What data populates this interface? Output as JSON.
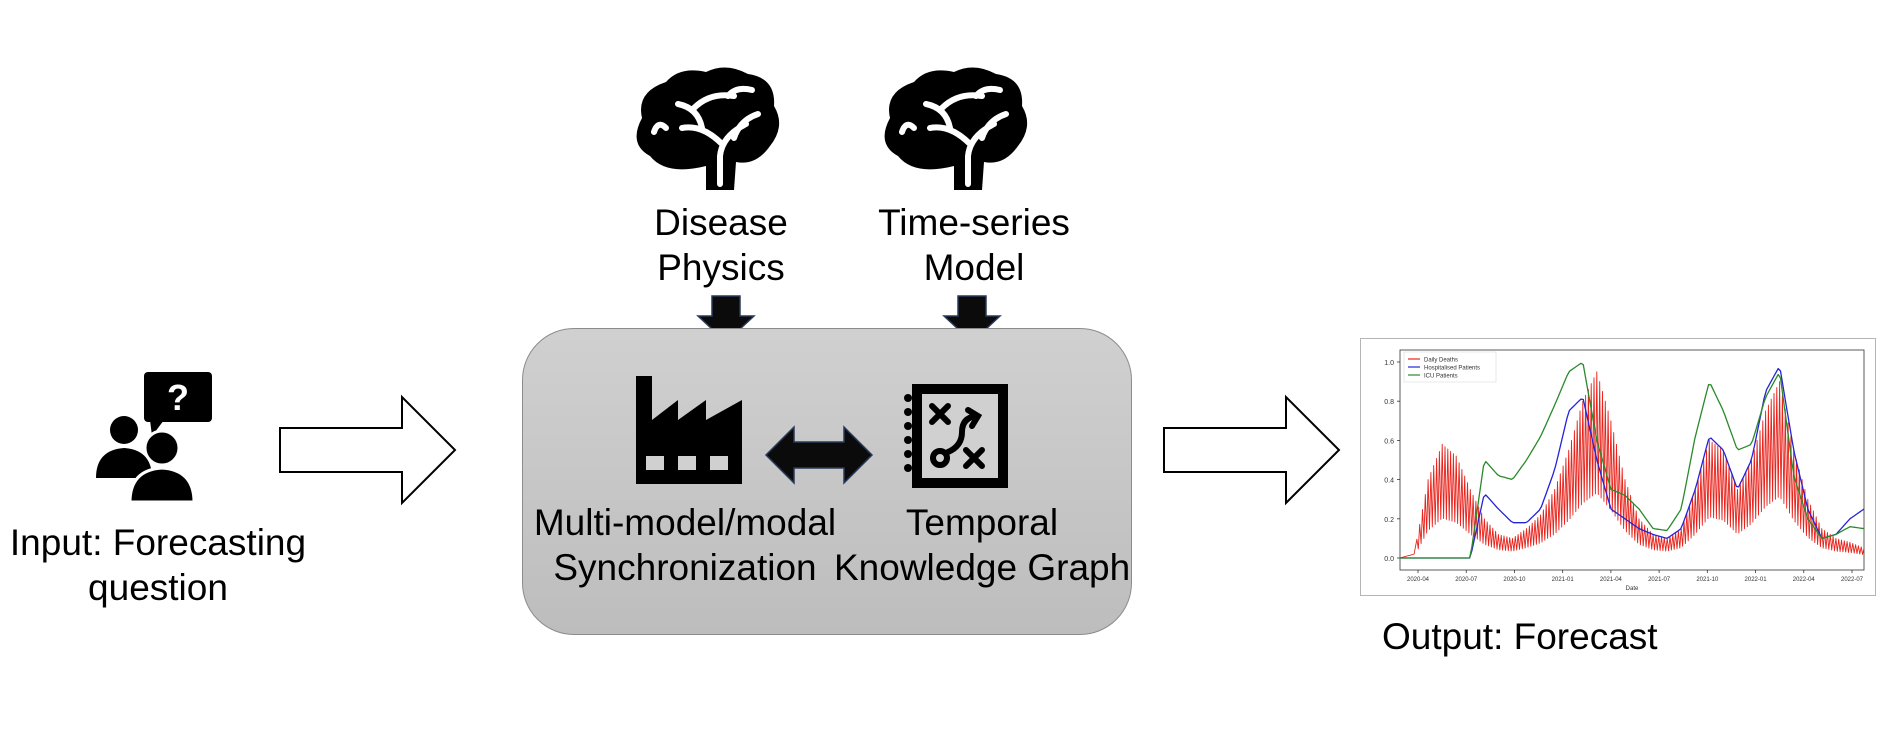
{
  "input": {
    "label_line1": "Input: Forecasting",
    "label_line2": "question",
    "icon": "users-question-icon"
  },
  "knowledge": {
    "disease_line1": "Disease",
    "disease_line2": "Physics",
    "timeseries_line1": "Time-series",
    "timeseries_line2": "Model",
    "icon": "brain-icon"
  },
  "core": {
    "sync_line1": "Multi-model/modal",
    "sync_line2": "Synchronization",
    "tkg_line1": "Temporal",
    "tkg_line2": "Knowledge Graph",
    "sync_icon": "factory-icon",
    "tkg_icon": "strategy-notebook-icon"
  },
  "output": {
    "label": "Output: Forecast"
  },
  "colors": {
    "daily_deaths": "#e8231c",
    "hospitalised": "#2424d6",
    "icu": "#2a8a2a",
    "box_fill": "#c8c8c8",
    "arrow_dark": "#0b0b0b"
  },
  "chart_data": {
    "type": "line",
    "xlabel": "Date",
    "ylabel": "",
    "xticks": [
      "2020-04",
      "2020-07",
      "2020-10",
      "2021-01",
      "2021-04",
      "2021-07",
      "2021-10",
      "2022-01",
      "2022-04",
      "2022-07"
    ],
    "yticks": [
      "0.0",
      "0.2",
      "0.4",
      "0.6",
      "0.8",
      "1.0"
    ],
    "ylim": [
      0,
      1.0
    ],
    "legend_position": "top-left",
    "grid": false,
    "series": [
      {
        "name": "Daily Deaths",
        "color": "#e8231c",
        "style": "oscillating",
        "points": [
          [
            0,
            0
          ],
          [
            1,
            0.02
          ],
          [
            2,
            0.4
          ],
          [
            3,
            0.58
          ],
          [
            4,
            0.52
          ],
          [
            5,
            0.35
          ],
          [
            6,
            0.2
          ],
          [
            7,
            0.12
          ],
          [
            8,
            0.1
          ],
          [
            9,
            0.15
          ],
          [
            10,
            0.22
          ],
          [
            11,
            0.35
          ],
          [
            12,
            0.55
          ],
          [
            13,
            0.8
          ],
          [
            14,
            0.95
          ],
          [
            15,
            0.7
          ],
          [
            16,
            0.4
          ],
          [
            17,
            0.2
          ],
          [
            18,
            0.12
          ],
          [
            19,
            0.1
          ],
          [
            20,
            0.15
          ],
          [
            21,
            0.35
          ],
          [
            22,
            0.6
          ],
          [
            23,
            0.55
          ],
          [
            24,
            0.35
          ],
          [
            25,
            0.5
          ],
          [
            26,
            0.75
          ],
          [
            27,
            0.9
          ],
          [
            28,
            0.55
          ],
          [
            29,
            0.3
          ],
          [
            30,
            0.15
          ],
          [
            31,
            0.1
          ],
          [
            32,
            0.08
          ],
          [
            33,
            0.05
          ]
        ]
      },
      {
        "name": "Hospitalised Patients",
        "color": "#2424d6",
        "style": "smooth",
        "points": [
          [
            0,
            0
          ],
          [
            4,
            0
          ],
          [
            5,
            0
          ],
          [
            6,
            0.33
          ],
          [
            7,
            0.25
          ],
          [
            8,
            0.18
          ],
          [
            9,
            0.18
          ],
          [
            10,
            0.25
          ],
          [
            11,
            0.45
          ],
          [
            12,
            0.75
          ],
          [
            13,
            0.82
          ],
          [
            14,
            0.5
          ],
          [
            15,
            0.25
          ],
          [
            16,
            0.2
          ],
          [
            17,
            0.15
          ],
          [
            18,
            0.12
          ],
          [
            19,
            0.1
          ],
          [
            20,
            0.15
          ],
          [
            21,
            0.35
          ],
          [
            22,
            0.62
          ],
          [
            23,
            0.55
          ],
          [
            24,
            0.35
          ],
          [
            25,
            0.5
          ],
          [
            26,
            0.85
          ],
          [
            27,
            0.98
          ],
          [
            28,
            0.55
          ],
          [
            29,
            0.25
          ],
          [
            30,
            0.1
          ],
          [
            31,
            0.12
          ],
          [
            32,
            0.2
          ],
          [
            33,
            0.25
          ]
        ]
      },
      {
        "name": "ICU Patients",
        "color": "#2a8a2a",
        "style": "smooth",
        "points": [
          [
            0,
            0
          ],
          [
            4,
            0
          ],
          [
            5,
            0
          ],
          [
            6,
            0.5
          ],
          [
            7,
            0.42
          ],
          [
            8,
            0.4
          ],
          [
            9,
            0.5
          ],
          [
            10,
            0.62
          ],
          [
            11,
            0.78
          ],
          [
            12,
            0.95
          ],
          [
            13,
            1.0
          ],
          [
            14,
            0.6
          ],
          [
            15,
            0.35
          ],
          [
            16,
            0.32
          ],
          [
            17,
            0.25
          ],
          [
            18,
            0.15
          ],
          [
            19,
            0.14
          ],
          [
            20,
            0.25
          ],
          [
            21,
            0.62
          ],
          [
            22,
            0.9
          ],
          [
            23,
            0.75
          ],
          [
            24,
            0.55
          ],
          [
            25,
            0.58
          ],
          [
            26,
            0.82
          ],
          [
            27,
            0.95
          ],
          [
            28,
            0.42
          ],
          [
            29,
            0.2
          ],
          [
            30,
            0.1
          ],
          [
            31,
            0.12
          ],
          [
            32,
            0.16
          ],
          [
            33,
            0.15
          ]
        ]
      }
    ]
  }
}
